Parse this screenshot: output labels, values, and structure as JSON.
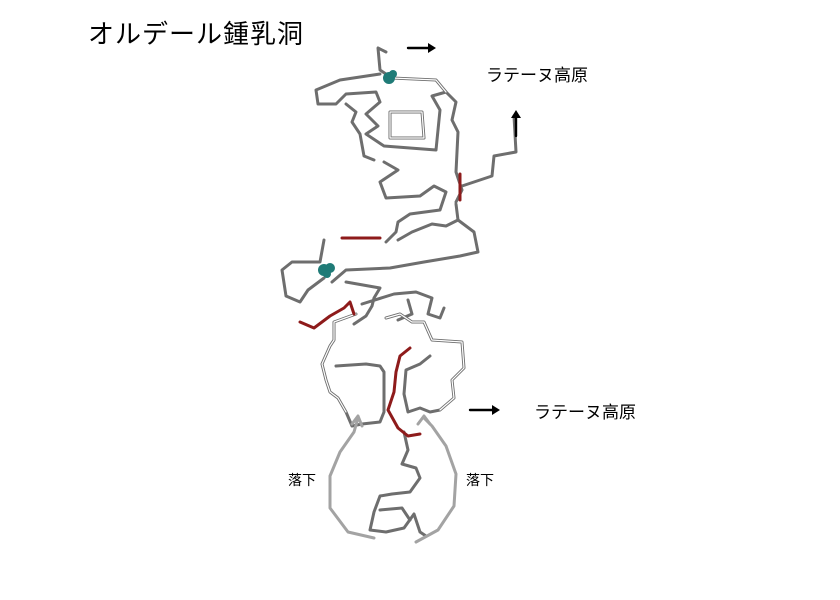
{
  "map": {
    "title": "オルデール鍾乳洞",
    "destinations": [
      {
        "label": "ラテーヌ高原"
      },
      {
        "label": "ラテーヌ高原"
      }
    ],
    "fall_labels": [
      {
        "label": "落下"
      },
      {
        "label": "落下"
      }
    ],
    "colors": {
      "cave_path": "#6e6e6e",
      "barrier": "#8e1b1b",
      "fall_arrow": "#a3a3a3",
      "spring": "#1f7b77"
    },
    "icons": [
      "exit-arrow-icon",
      "spring-icon"
    ]
  }
}
